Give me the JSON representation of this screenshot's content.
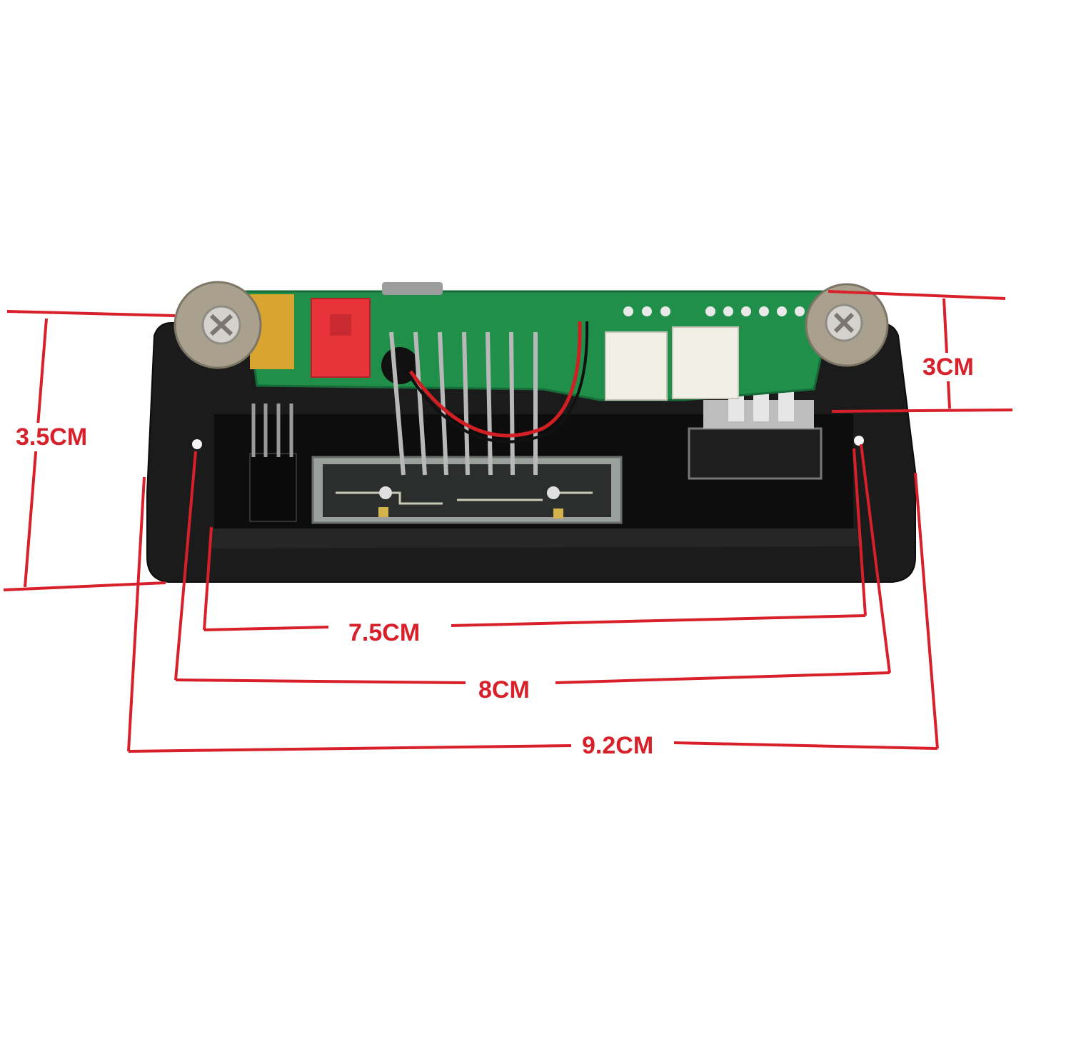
{
  "colors": {
    "dimension": "#d8202a",
    "panel": "#1b1b1b",
    "pcb": "#1f8f4a",
    "connector_white": "#f1efe6",
    "plug_red": "#e8333a"
  },
  "dimensions": {
    "height_outer": "3.5CM",
    "height_inner": "3CM",
    "width_inner": "7.5CM",
    "width_mid": "8CM",
    "width_outer": "9.2CM"
  }
}
